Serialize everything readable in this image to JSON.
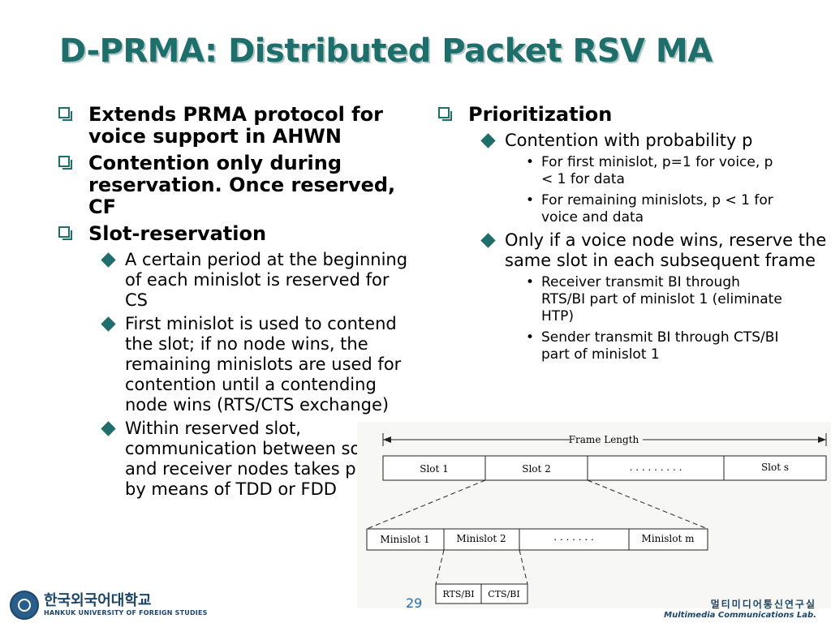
{
  "slide": {
    "title": "D-PRMA: Distributed Packet RSV MA",
    "page_number": "29"
  },
  "left": {
    "b1": "Extends PRMA protocol for voice support in AHWN",
    "b2": "Contention only during reservation. Once reserved, CF",
    "b3": "Slot-reservation",
    "b3_sub1": "A certain period at the beginning of each minislot is reserved for CS",
    "b3_sub2": "First minislot is used to contend the slot; if no node wins, the remaining minislots are used for contention until a contending node wins (RTS/CTS exchange)",
    "b3_sub3": "Within reserved slot, communication between source and receiver nodes takes place by means of TDD or FDD"
  },
  "right": {
    "b1": "Prioritization",
    "sub1": "Contention with probability p",
    "sub1_a": "For first minislot, p=1 for voice, p < 1 for data",
    "sub1_b": "For remaining minislots, p < 1 for voice and data",
    "sub2": "Only if a voice node wins, reserve the same slot in each subsequent frame",
    "sub2_a": "Receiver transmit BI through RTS/BI part of minislot 1 (eliminate HTP)",
    "sub2_b": "Sender transmit BI through CTS/BI part of minislot 1"
  },
  "diagram": {
    "frame_length": "Frame Length",
    "slot1": "Slot 1",
    "slot2": "Slot 2",
    "slot_dots": ". . . . . . . . .",
    "slots": "Slot s",
    "minislot1": "Minislot 1",
    "minislot2": "Minislot 2",
    "minislot_dots": ". . . . . . .",
    "minislotm": "Minislot  m",
    "rts": "RTS/BI",
    "cts": "CTS/BI"
  },
  "footer": {
    "university_ko": "한국외국어대학교",
    "university_en": "HANKUK UNIVERSITY OF FOREIGN STUDIES",
    "lab_ko": "멀티미디어통신연구실",
    "lab_en": "Multimedia Communications Lab."
  },
  "colors": {
    "title": "#1e6f6b",
    "bullet": "#1e6f6b",
    "footer": "#1d4569"
  }
}
